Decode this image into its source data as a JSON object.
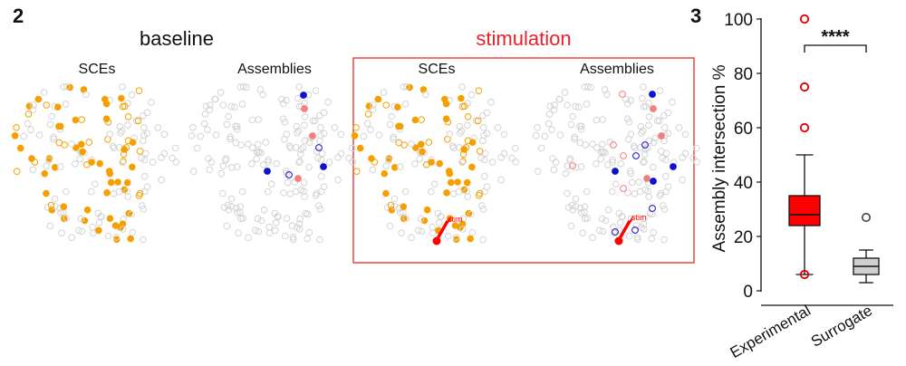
{
  "panel2": {
    "label": "2",
    "baseline_title": "baseline",
    "stimulation_title": "stimulation",
    "sces_label": "SCEs",
    "assemblies_label": "Assemblies",
    "stim_label": "stim"
  },
  "panel3": {
    "label": "3"
  },
  "colors": {
    "orange": "#f5a000",
    "blue": "#1010d0",
    "pink": "#f08080",
    "red": "#ff0000",
    "grey_cell": "#d4d4d4",
    "frame_red": "#e83a3a"
  },
  "chart_data": {
    "type": "box",
    "categories": [
      "Experimental",
      "Surrogate"
    ],
    "ylabel": "Assembly intersection %",
    "ylim": [
      0,
      100
    ],
    "yticks": [
      0,
      20,
      40,
      60,
      80,
      100
    ],
    "series": [
      {
        "name": "Experimental",
        "whisker_low": 6,
        "q1": 24,
        "median": 28,
        "q3": 35,
        "whisker_high": 50,
        "outliers": [
          100,
          75,
          60,
          6
        ],
        "fill": "#ff0000",
        "outlier_color": "#e00000"
      },
      {
        "name": "Surrogate",
        "whisker_low": 3,
        "q1": 6,
        "median": 9,
        "q3": 12,
        "whisker_high": 15,
        "outliers": [
          27
        ],
        "fill": "#d0d0d0",
        "outlier_color": "#555555"
      }
    ],
    "significance": {
      "label": "****",
      "between": [
        "Experimental",
        "Surrogate"
      ]
    }
  }
}
